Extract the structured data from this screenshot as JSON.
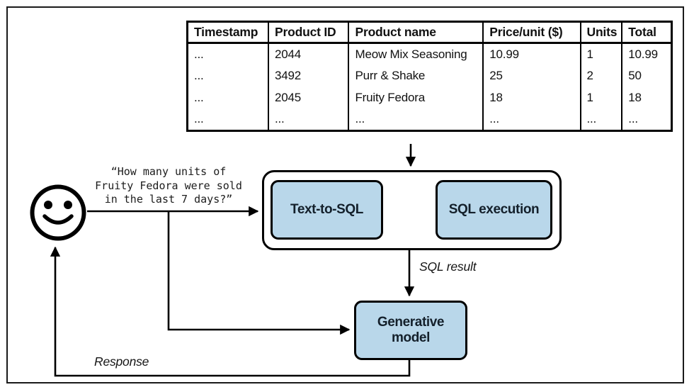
{
  "figure": {
    "table": {
      "headers": [
        "Timestamp",
        "Product ID",
        "Product name",
        "Price/unit ($)",
        "Units",
        "Total"
      ],
      "rows": [
        [
          "...",
          "2044",
          "Meow Mix Seasoning",
          "10.99",
          "1",
          "10.99"
        ],
        [
          "...",
          "3492",
          "Purr & Shake",
          "25",
          "2",
          "50"
        ],
        [
          "...",
          "2045",
          "Fruity Fedora",
          "18",
          "1",
          "18"
        ],
        [
          "...",
          "...",
          "...",
          "...",
          "...",
          "..."
        ]
      ]
    },
    "user_query": "“How many units of\nFruity Fedora were sold\nin the last 7 days?”",
    "nodes": {
      "text_to_sql": "Text-to-SQL",
      "sql_execution": "SQL execution",
      "generative_model": "Generative\nmodel"
    },
    "edge_labels": {
      "sql_result": "SQL result",
      "response": "Response"
    },
    "icons": {
      "user": "smiley-face-icon"
    },
    "colors": {
      "node_fill": "#b9d7ea",
      "stroke": "#0d0d0d"
    }
  }
}
